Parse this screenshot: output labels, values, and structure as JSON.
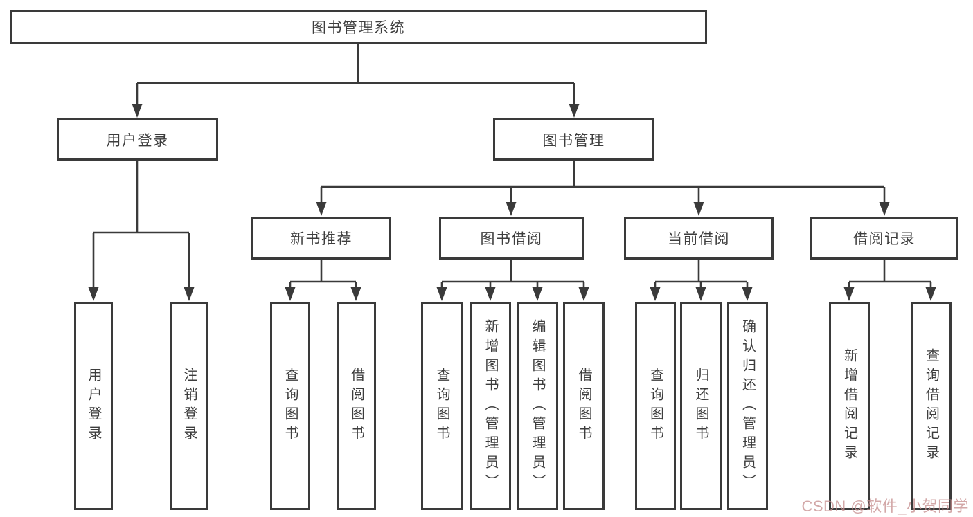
{
  "tree": {
    "root": "图书管理系统",
    "children": [
      {
        "label": "用户登录",
        "children": [
          "用户登录",
          "注销登录"
        ]
      },
      {
        "label": "图书管理",
        "children": [
          {
            "label": "新书推荐",
            "children": [
              "查询图书",
              "借阅图书"
            ]
          },
          {
            "label": "图书借阅",
            "children": [
              "查询图书",
              "新增图书（管理员）",
              "编辑图书（管理员）",
              "借阅图书"
            ]
          },
          {
            "label": "当前借阅",
            "children": [
              "查询图书",
              "归还图书",
              "确认归还（管理员）"
            ]
          },
          {
            "label": "借阅记录",
            "children": [
              "新增借阅记录",
              "查询借阅记录"
            ]
          }
        ]
      }
    ]
  },
  "watermark": {
    "text": "CSDN @软件_小贺同学",
    "color": "#c69090"
  },
  "colors": {
    "line": "#3a3a3a",
    "text": "#3d3d3d",
    "background": "#ffffff"
  }
}
